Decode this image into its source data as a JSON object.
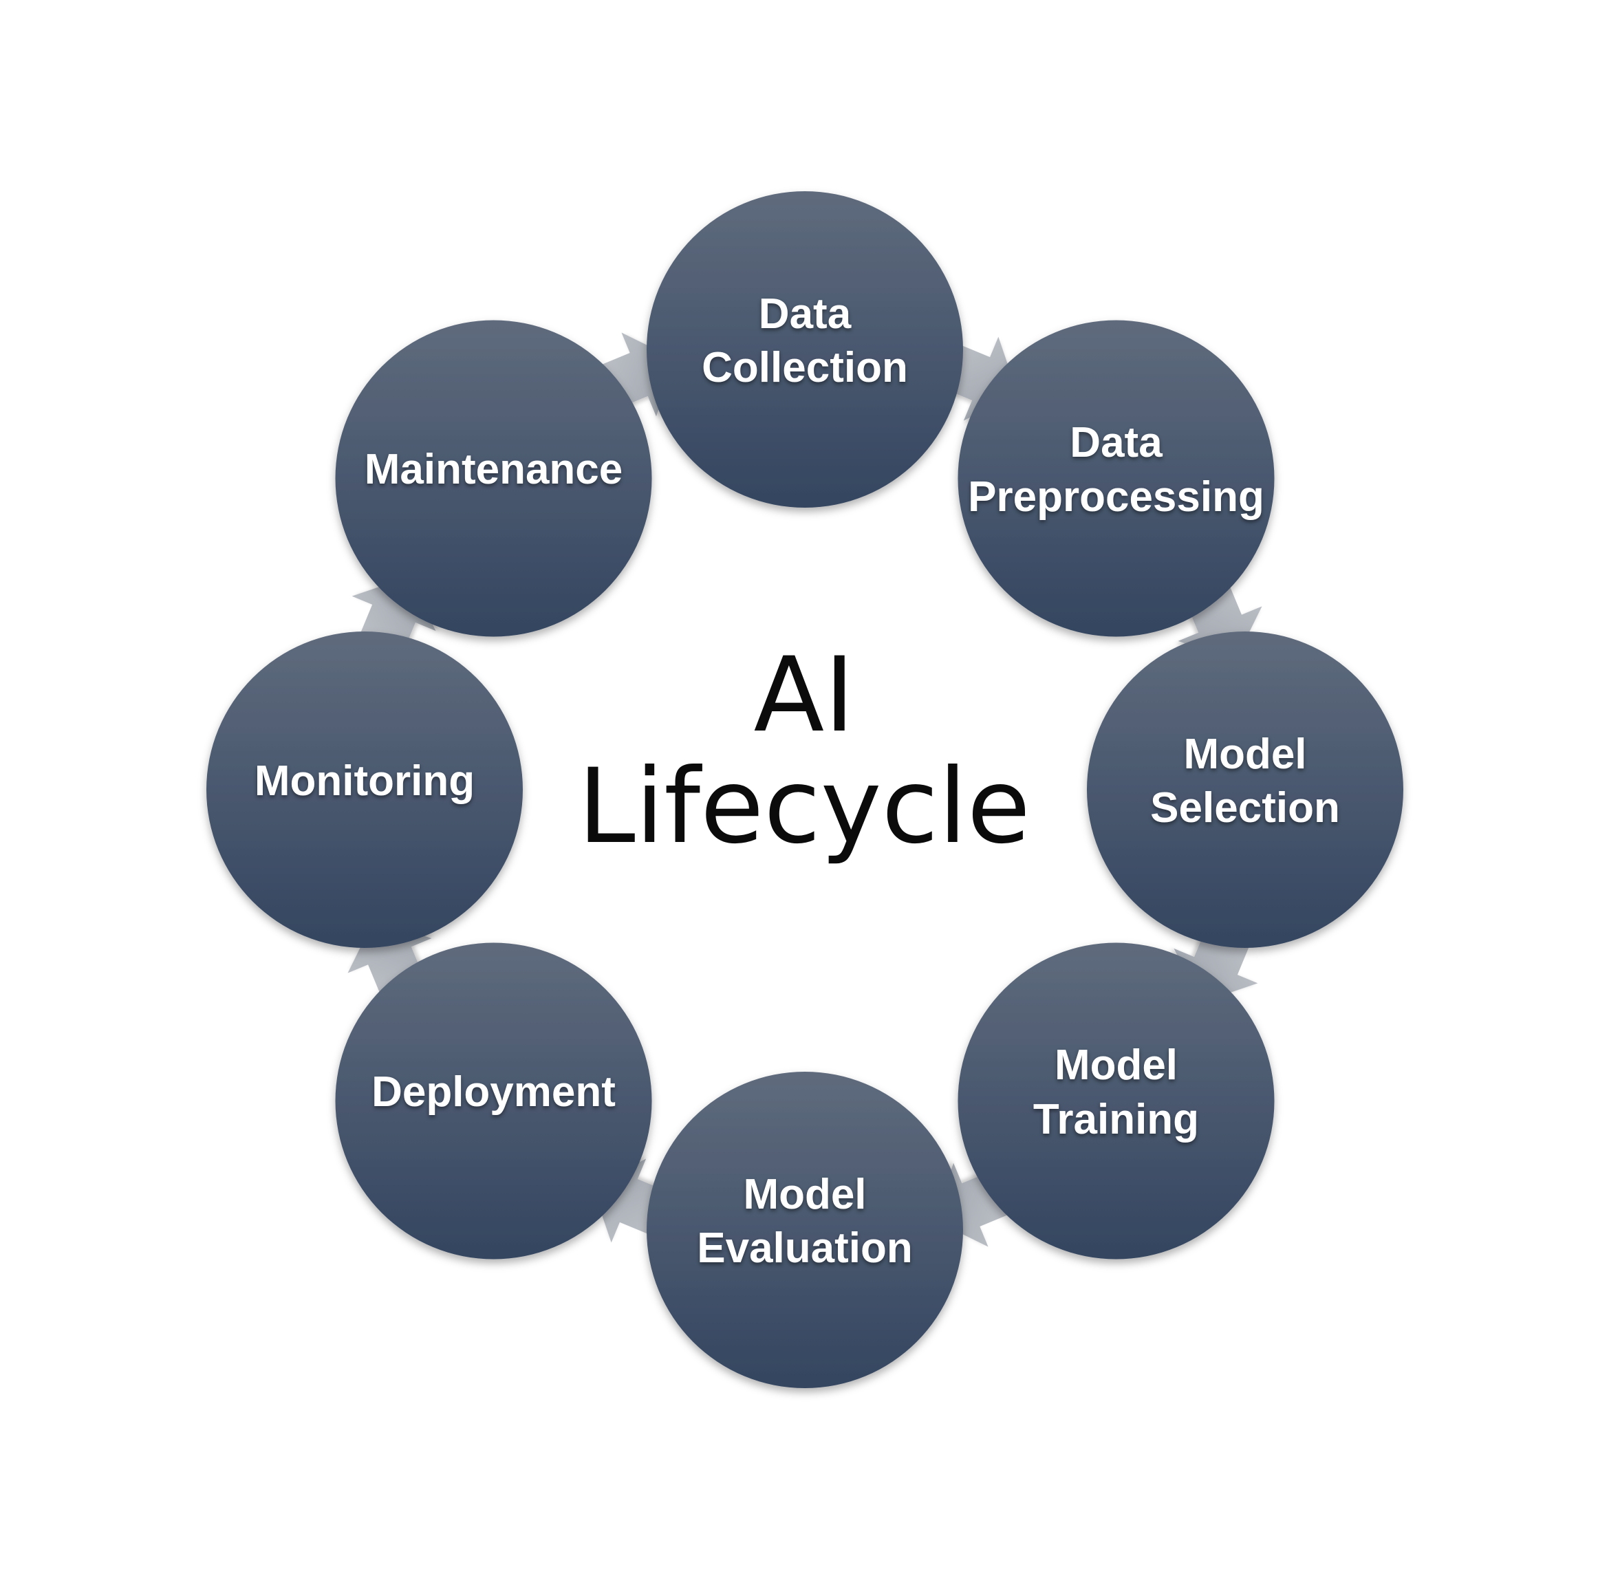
{
  "diagram": {
    "center_title_lines": [
      "AI",
      "Lifecycle"
    ],
    "stages": [
      {
        "id": "data-collection",
        "lines": [
          "Data",
          "Collection"
        ]
      },
      {
        "id": "data-preprocessing",
        "lines": [
          "Data",
          "Preprocessing"
        ]
      },
      {
        "id": "model-selection",
        "lines": [
          "Model",
          "Selection"
        ]
      },
      {
        "id": "model-training",
        "lines": [
          "Model",
          "Training"
        ]
      },
      {
        "id": "model-evaluation",
        "lines": [
          "Model",
          "Evaluation"
        ]
      },
      {
        "id": "deployment",
        "lines": [
          "Deployment"
        ]
      },
      {
        "id": "monitoring",
        "lines": [
          "Monitoring"
        ]
      },
      {
        "id": "maintenance",
        "lines": [
          "Maintenance"
        ]
      }
    ],
    "arrows": [
      {
        "from": "data-collection",
        "to": "data-preprocessing"
      },
      {
        "from": "data-preprocessing",
        "to": "model-selection"
      },
      {
        "from": "model-selection",
        "to": "model-training"
      },
      {
        "from": "model-training",
        "to": "model-evaluation"
      },
      {
        "from": "model-evaluation",
        "to": "deployment"
      },
      {
        "from": "deployment",
        "to": "monitoring"
      },
      {
        "from": "monitoring",
        "to": "maintenance"
      },
      {
        "from": "maintenance",
        "to": "data-collection"
      }
    ],
    "colors": {
      "node_top": "#5f6b7d",
      "node_bottom": "#344560",
      "arrow_light": "#c4c7cd",
      "arrow_dark": "#9aa0a9",
      "text": "#ffffff",
      "title": "#0b0b0b",
      "background": "#ffffff"
    }
  }
}
